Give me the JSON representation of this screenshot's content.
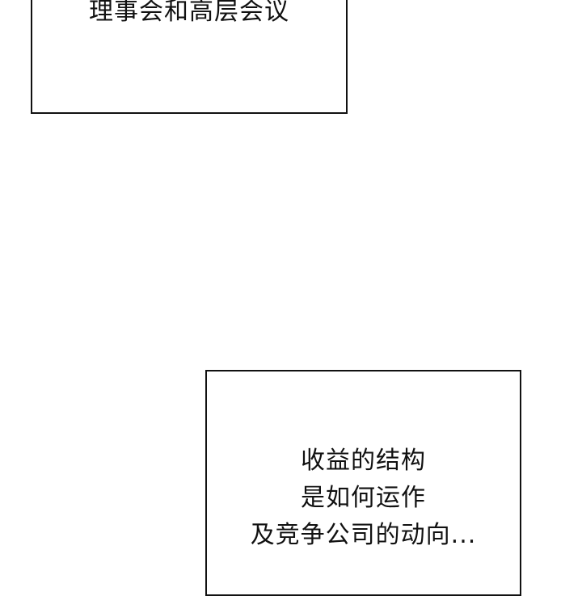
{
  "panels": [
    {
      "id": "caption-1",
      "lines": [
        "理事会和高层会议"
      ]
    },
    {
      "id": "caption-2",
      "lines": [
        "收益的结构",
        "是如何运作",
        "及竞争公司的动向..."
      ]
    }
  ],
  "colors": {
    "background": "#ffffff",
    "border": "#111111",
    "text": "#111111"
  }
}
